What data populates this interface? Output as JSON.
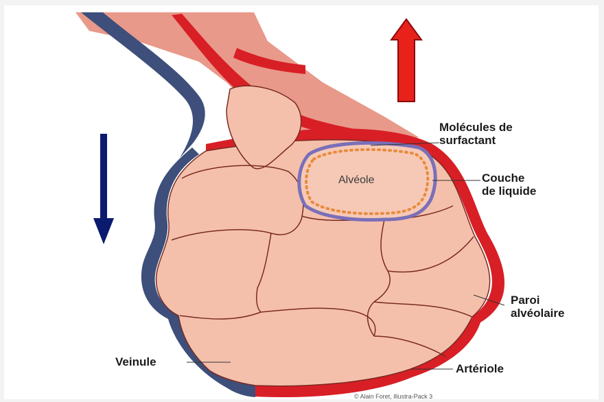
{
  "diagram": {
    "labels": {
      "surfactant_line1": "Molécules de",
      "surfactant_line2": "surfactant",
      "liquid_line1": "Couche",
      "liquid_line2": "de liquide",
      "wall_line1": "Paroi",
      "wall_line2": "alvéolaire",
      "venule": "Veinule",
      "arteriole": "Artériole",
      "alveole": "Alvéole"
    },
    "credit": "© Alain Foret, Illustra-Pack 3",
    "arrows": {
      "up": {
        "direction": "up",
        "color": "#e8221b"
      },
      "down": {
        "direction": "down",
        "color": "#0a1a6e"
      }
    },
    "colors": {
      "tissue": "#f4c0ac",
      "tissue_dark": "#e8998a",
      "artery_red": "#d81f26",
      "vein_blue": "#3d4f7a",
      "outline": "#7a2a20",
      "surfactant_ring": "#7a6fb8",
      "surfactant_dots": "#e98a3c",
      "background": "#f3f3f3"
    }
  }
}
